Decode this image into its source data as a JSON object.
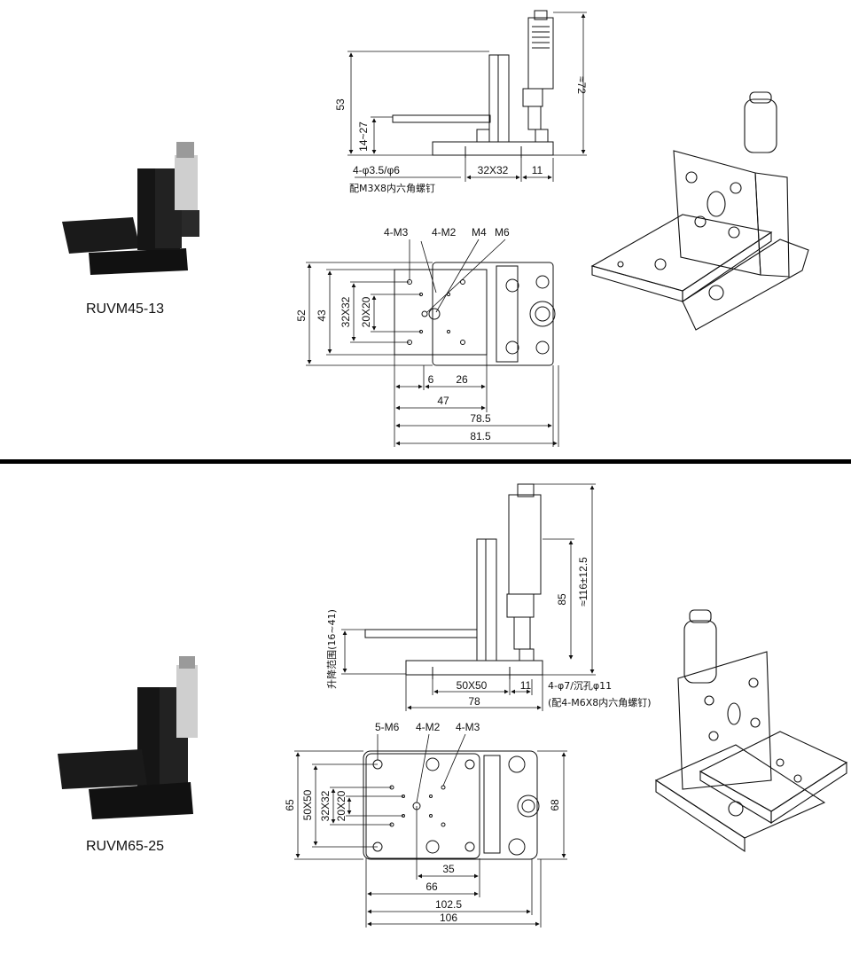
{
  "models": [
    {
      "name": "RUVM45-13",
      "side_view": {
        "height_53": "53",
        "lift_range": "14~27",
        "height_total": "≈72",
        "holes": "4-φ3.5/φ6",
        "holes_note": "配M3X8内六角螺钉",
        "pitch": "32X32",
        "offset": "11"
      },
      "top_view": {
        "callout_m3": "4-M3",
        "callout_m2": "4-M2",
        "callout_m4": "M4",
        "callout_m6": "M6",
        "dim_52": "52",
        "dim_43": "43",
        "dim_32x32": "32X32",
        "dim_20x20": "20X20",
        "dim_6": "6",
        "dim_26": "26",
        "dim_47": "47",
        "dim_78_5": "78.5",
        "dim_81_5": "81.5"
      }
    },
    {
      "name": "RUVM65-25",
      "side_view": {
        "lift_range": "升降范围(16~41)",
        "height_85": "85",
        "height_total": "≈116±12.5",
        "pitch": "50X50",
        "offset": "11",
        "width_78": "78",
        "holes": "4-φ7/沉孔φ11",
        "holes_note": "(配4-M6X8内六角螺钉)"
      },
      "top_view": {
        "callout_m6": "5-M6",
        "callout_m2": "4-M2",
        "callout_m3": "4-M3",
        "dim_65": "65",
        "dim_50x50": "50X50",
        "dim_32x32": "32X32",
        "dim_20x20": "20X20",
        "dim_68": "68",
        "dim_35": "35",
        "dim_66": "66",
        "dim_102_5": "102.5",
        "dim_106": "106"
      }
    }
  ]
}
